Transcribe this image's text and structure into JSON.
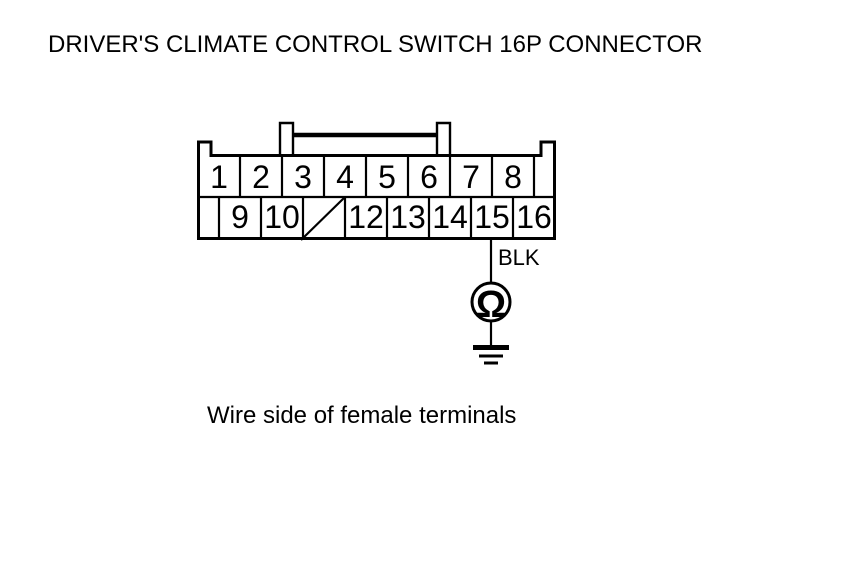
{
  "title": {
    "text": "DRIVER'S CLIMATE CONTROL SWITCH 16P CONNECTOR"
  },
  "connector": {
    "row1_pins": [
      "1",
      "2",
      "3",
      "4",
      "5",
      "6",
      "7",
      "8"
    ],
    "row2_pins": [
      "9",
      "10",
      "",
      "12",
      "13",
      "14",
      "15",
      "16"
    ]
  },
  "probe": {
    "wire_label": "BLK",
    "meter_symbol": "Ω"
  },
  "caption": {
    "text": "Wire side of female terminals"
  },
  "colors": {
    "ink": "#000000",
    "background": "#ffffff"
  }
}
